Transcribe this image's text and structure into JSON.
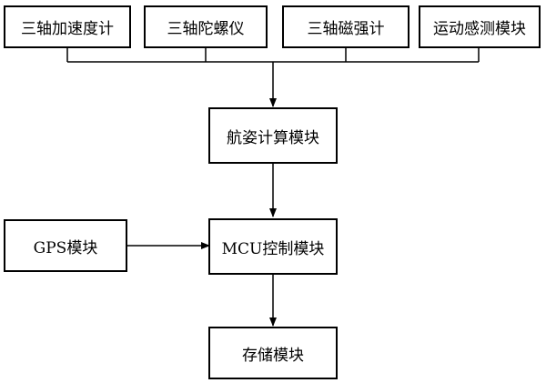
{
  "diagram": {
    "sensors": [
      {
        "label": "三轴加速度计"
      },
      {
        "label": "三轴陀螺仪"
      },
      {
        "label": "三轴磁强计"
      },
      {
        "label": "运动感测模块"
      }
    ],
    "attitude_module": "航姿计算模块",
    "gps_module": "GPS模块",
    "mcu_module": "MCU控制模块",
    "storage_module": "存储模块"
  },
  "colors": {
    "line": "#000000",
    "box_border": "#000000",
    "background": "#ffffff"
  }
}
